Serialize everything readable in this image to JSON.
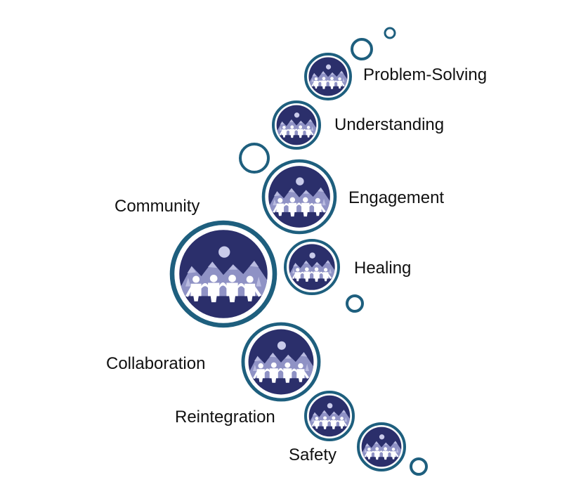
{
  "colors": {
    "ring": "#1e5f7e",
    "fill": "#2b2f6b",
    "mountain": "#8f92c5",
    "mountain_light": "#b9bbe0",
    "moon": "#c9cbea",
    "figure": "#ffffff",
    "text": "#111111"
  },
  "icon": "community-people-mountains-icon",
  "concepts": [
    {
      "label": "Problem-Solving"
    },
    {
      "label": "Understanding"
    },
    {
      "label": "Engagement"
    },
    {
      "label": "Community"
    },
    {
      "label": "Healing"
    },
    {
      "label": "Collaboration"
    },
    {
      "label": "Reintegration"
    },
    {
      "label": "Safety"
    }
  ]
}
